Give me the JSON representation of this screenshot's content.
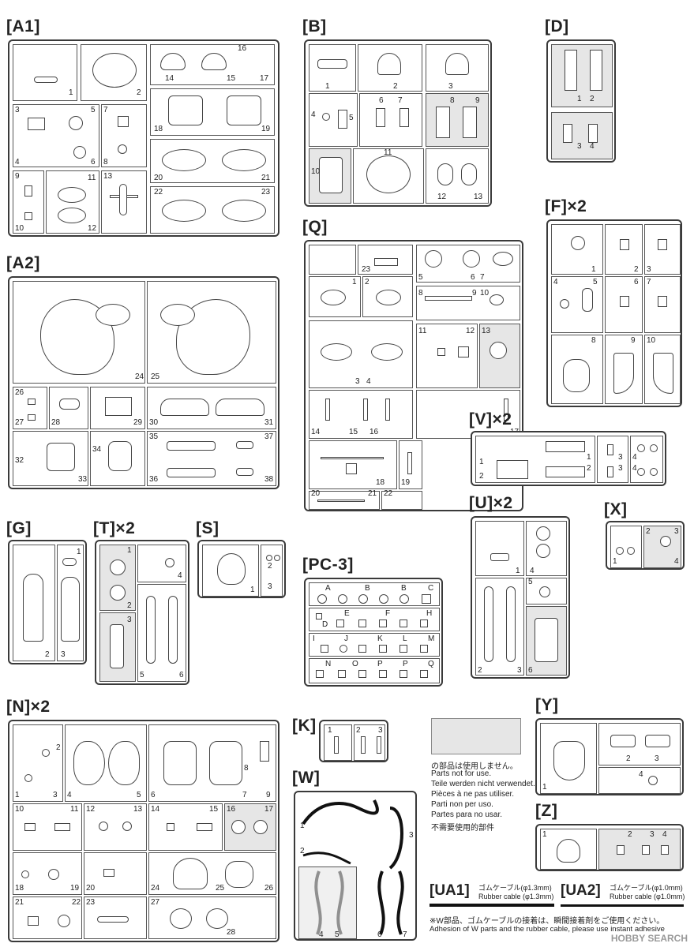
{
  "sprues": {
    "A1": {
      "label": "[A1]",
      "numbers": [
        "1",
        "2",
        "3",
        "4",
        "5",
        "6",
        "7",
        "8",
        "9",
        "10",
        "11",
        "12",
        "13",
        "14",
        "15",
        "16",
        "17",
        "18",
        "19",
        "20",
        "21",
        "22",
        "23"
      ]
    },
    "B": {
      "label": "[B]",
      "numbers": [
        "1",
        "2",
        "3",
        "4",
        "5",
        "6",
        "7",
        "8",
        "9",
        "10",
        "11",
        "12",
        "13"
      ]
    },
    "D": {
      "label": "[D]",
      "numbers": [
        "1",
        "2",
        "3",
        "4"
      ]
    },
    "F": {
      "label": "[F]×2",
      "numbers": [
        "1",
        "2",
        "3",
        "4",
        "5",
        "6",
        "7",
        "8",
        "9",
        "10"
      ]
    },
    "Q": {
      "label": "[Q]",
      "numbers": [
        "1",
        "2",
        "3",
        "4",
        "5",
        "6",
        "7",
        "8",
        "9",
        "10",
        "11",
        "12",
        "13",
        "14",
        "15",
        "16",
        "17",
        "18",
        "19",
        "20",
        "21",
        "22",
        "23"
      ]
    },
    "A2": {
      "label": "[A2]",
      "numbers": [
        "24",
        "25",
        "26",
        "27",
        "28",
        "29",
        "30",
        "31",
        "32",
        "33",
        "34",
        "35",
        "36",
        "37",
        "38"
      ]
    },
    "V": {
      "label": "[V]×2",
      "numbers": [
        "1",
        "2",
        "1",
        "2",
        "3",
        "4",
        "3",
        "4"
      ]
    },
    "U": {
      "label": "[U]×2",
      "numbers": [
        "1",
        "2",
        "3",
        "4",
        "5",
        "6"
      ]
    },
    "X": {
      "label": "[X]",
      "numbers": [
        "1",
        "2",
        "3",
        "4"
      ]
    },
    "G": {
      "label": "[G]",
      "numbers": [
        "1",
        "2",
        "3"
      ]
    },
    "T": {
      "label": "[T]×2",
      "numbers": [
        "1",
        "2",
        "3",
        "4",
        "5",
        "6"
      ]
    },
    "S": {
      "label": "[S]",
      "numbers": [
        "1",
        "2",
        "3"
      ]
    },
    "PC3": {
      "label": "[PC-3]",
      "numbers": [
        "A",
        "B",
        "B",
        "C",
        "D",
        "E",
        "F",
        "H",
        "I",
        "J",
        "K",
        "L",
        "M",
        "N",
        "O",
        "P",
        "P",
        "Q"
      ]
    },
    "N": {
      "label": "[N]×2",
      "numbers": [
        "1",
        "2",
        "3",
        "4",
        "5",
        "6",
        "7",
        "8",
        "9",
        "10",
        "11",
        "12",
        "13",
        "14",
        "15",
        "16",
        "17",
        "18",
        "19",
        "20",
        "21",
        "22",
        "23",
        "24",
        "25",
        "26",
        "27",
        "28"
      ]
    },
    "K": {
      "label": "[K]",
      "numbers": [
        "1",
        "2",
        "3"
      ]
    },
    "W": {
      "label": "[W]",
      "numbers": [
        "1",
        "2",
        "3",
        "4",
        "5",
        "6",
        "7"
      ]
    },
    "Y": {
      "label": "[Y]",
      "numbers": [
        "1",
        "2",
        "3",
        "4"
      ]
    },
    "Z": {
      "label": "[Z]",
      "numbers": [
        "1",
        "2",
        "3",
        "4"
      ]
    }
  },
  "notice": {
    "lines": [
      "の部品は使用しません。",
      "Parts not for use.",
      "Teile werden nicht verwendet.",
      "Pièces à ne pas utiliser.",
      "Parti non per uso.",
      "Partes para no usar.",
      "不需要使用的部件"
    ]
  },
  "rubber": {
    "ua1": {
      "label": "[UA1]",
      "jp": "ゴムケーブル(φ1.3mm)",
      "en": "Rubber cable (φ1.3mm)"
    },
    "ua2": {
      "label": "[UA2]",
      "jp": "ゴムケーブル(φ1.0mm)",
      "en": "Rubber cable (φ1.0mm)"
    }
  },
  "footer": {
    "jp": "※W部品、ゴムケーブルの接着は、瞬間接着剤をご使用ください。",
    "en": "Adhesion of W parts and the rubber cable, please use instant adhesive"
  },
  "watermark": "HOBBY SEARCH"
}
